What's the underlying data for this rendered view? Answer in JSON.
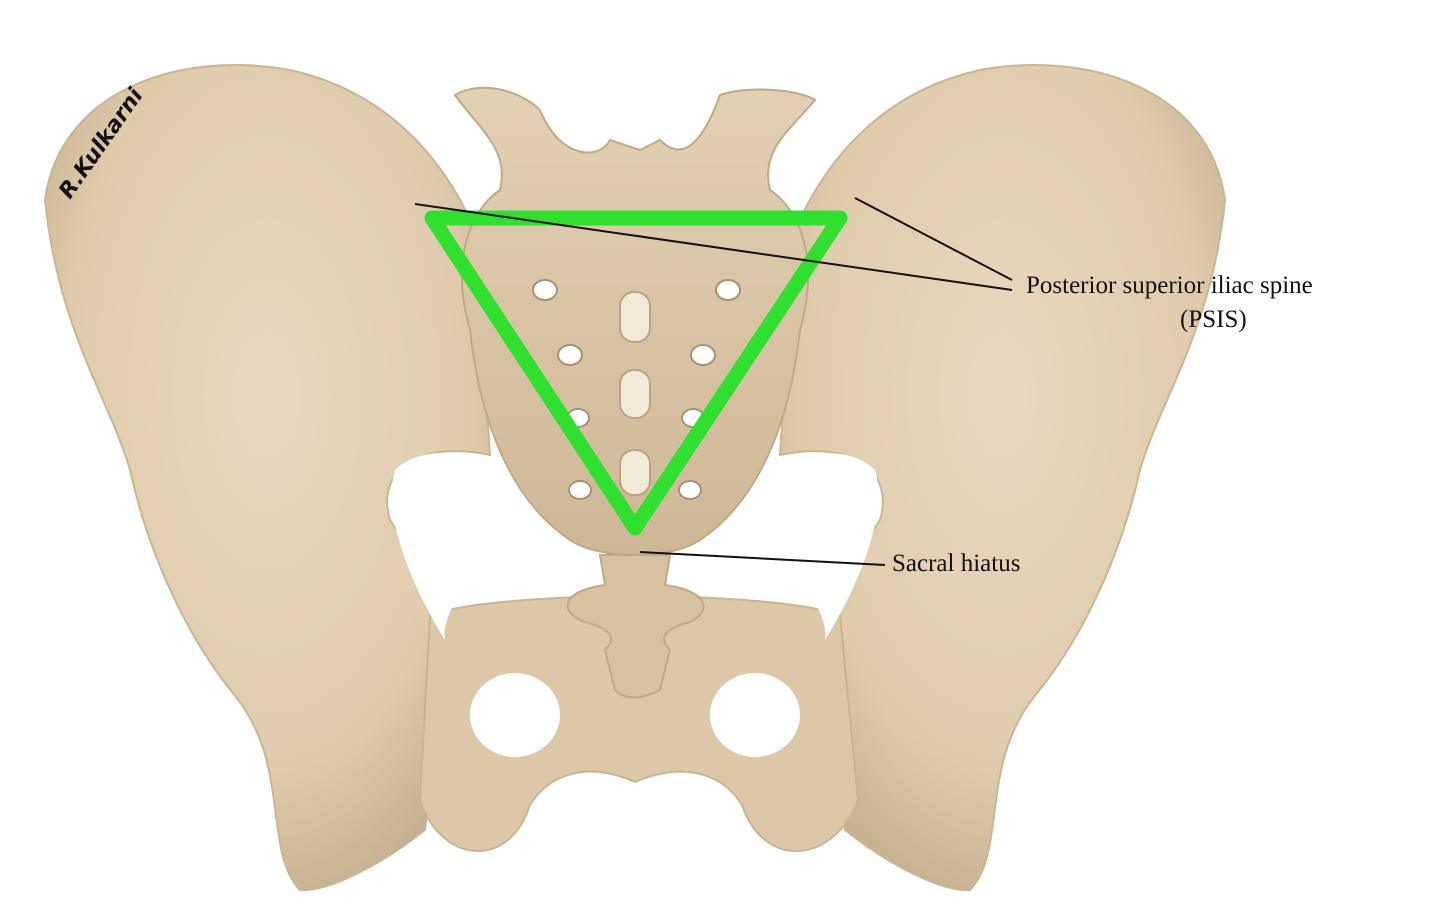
{
  "labels": {
    "psis": "Posterior superior iliac spine",
    "psis_abbr": "(PSIS)",
    "sacral_hiatus": "Sacral hiatus"
  },
  "signature": "R.Kulkarni",
  "colors": {
    "bone": "#e6d3b8",
    "bone_shadow": "#b9a486",
    "triangle": "#2fe02f",
    "leader_line": "#111111"
  }
}
